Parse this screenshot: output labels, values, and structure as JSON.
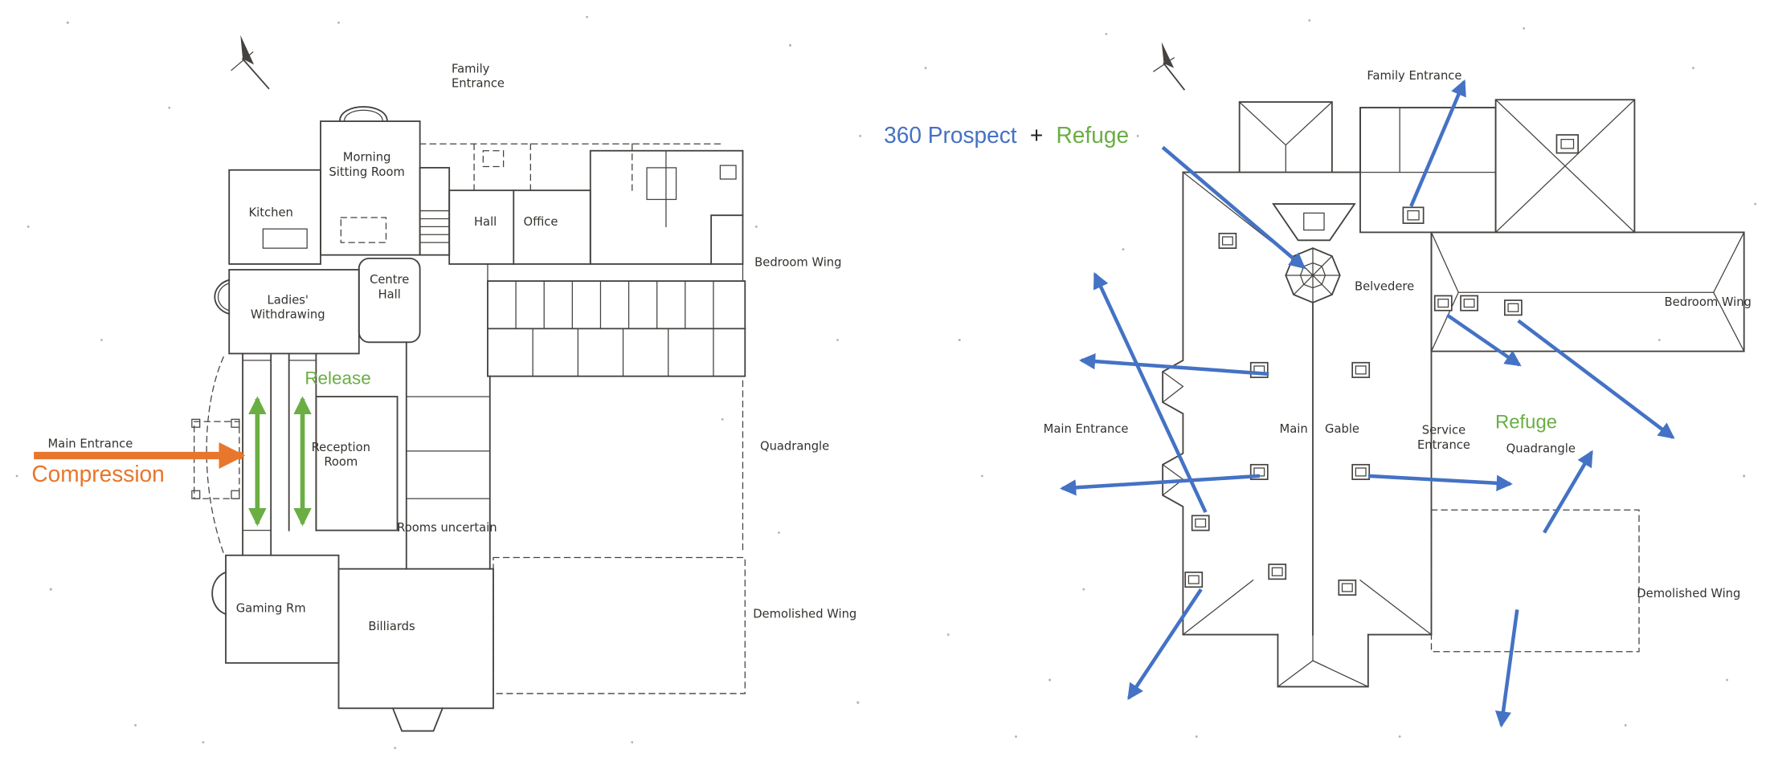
{
  "colors": {
    "blue": "#4472C4",
    "green": "#6AAE44",
    "orange": "#E8762C",
    "ink": "#45423f"
  },
  "left_plan": {
    "labels": {
      "family1": "Family",
      "family2": "Entrance",
      "morning1": "Morning",
      "morning2": "Sitting Room",
      "kitchen": "Kitchen",
      "hall": "Hall",
      "office": "Office",
      "bedroom": "Bedroom Wing",
      "centre1": "Centre",
      "centre2": "Hall",
      "ladies1": "Ladies'",
      "ladies2": "Withdrawing",
      "main_entrance": "Main Entrance",
      "reception1": "Reception",
      "reception2": "Room",
      "quadrangle": "Quadrangle",
      "rooms": "Rooms uncertain",
      "gaming": "Gaming Rm",
      "billiards": "Billiards",
      "demolished": "Demolished Wing"
    },
    "annotations": {
      "compression": "Compression",
      "release": "Release"
    }
  },
  "right_plan": {
    "labels": {
      "family": "Family Entrance",
      "belvedere": "Belvedere",
      "bedroom": "Bedroom Wing",
      "main_entrance": "Main Entrance",
      "main": "Main",
      "gable": "Gable",
      "service1": "Service",
      "service2": "Entrance",
      "quadrangle": "Quadrangle",
      "demolished": "Demolished Wing"
    },
    "annotations": {
      "prospect": "360 Prospect",
      "plus": "+",
      "refuge_heading": "Refuge",
      "refuge": "Refuge"
    }
  }
}
